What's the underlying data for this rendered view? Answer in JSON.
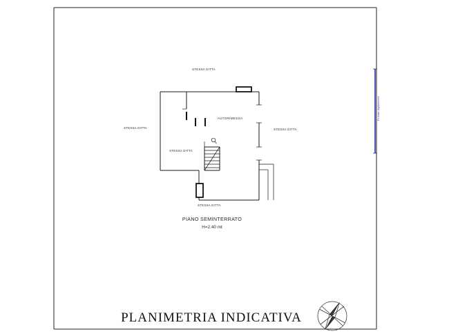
{
  "document": {
    "title": "PLANIMETRIA INDICATIVA",
    "floor_caption": "PIANO SEMINTERRATO",
    "height_caption": "H=2.40 mt"
  },
  "plan": {
    "room_label": "AUTORIMESSA",
    "neighbor_labels": {
      "top": "STESSA DITTA",
      "left": "STESSA DITTA",
      "inner": "STESSA DITTA",
      "right": "STESSA DITTA",
      "bottom": "STESSA DITTA"
    }
  },
  "stamp": {
    "text": "Firmato digitalmente",
    "color": "#2b2bb4"
  },
  "colors": {
    "line": "#1a1a1a",
    "frame": "#222222",
    "background": "#ffffff"
  },
  "icons": {
    "compass": "compass-rose-icon"
  }
}
